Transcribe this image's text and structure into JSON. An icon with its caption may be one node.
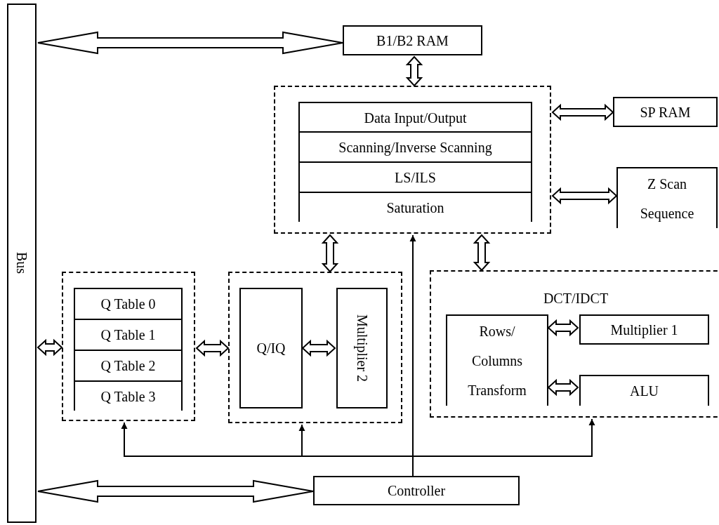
{
  "diagram": {
    "nodes": [
      {
        "text": [
          "Bus"
        ]
      },
      {
        "text": [
          "B1/B2 RAM"
        ]
      },
      {
        "text": [],
        "shape": "box"
      },
      {
        "text": [
          "Data Input/Output"
        ],
        "in": 2
      },
      {
        "text": [
          "Scanning/Inverse Scanning"
        ],
        "in": 2
      },
      {
        "text": [
          "LS/ILS"
        ],
        "in": 2
      },
      {
        "text": [
          "Saturation"
        ],
        "in": 2
      },
      {
        "text": [
          "SP RAM"
        ]
      },
      {
        "text": [
          "Z Scan Sequence"
        ]
      },
      {
        "text": [],
        "shape": "box"
      },
      {
        "text": [
          "Q Table 0"
        ],
        "in": 9
      },
      {
        "text": [
          "Q Table 1"
        ],
        "in": 9
      },
      {
        "text": [
          "Q Table 2"
        ],
        "in": 9
      },
      {
        "text": [
          "Q Table 3"
        ],
        "in": 9
      },
      {
        "text": [],
        "shape": "box"
      },
      {
        "text": [
          "Q/IQ"
        ],
        "in": 14
      },
      {
        "text": [
          "Multiplier 2"
        ],
        "in": 14
      },
      {
        "text": [
          "DCT/IDCT"
        ]
      },
      {
        "text": [
          "Rows/ Columns Transform"
        ],
        "in": 17
      },
      {
        "text": [
          "Multiplier 1"
        ],
        "in": 17
      },
      {
        "text": [
          "ALU"
        ],
        "in": 17
      },
      {
        "text": [
          "Controller"
        ]
      }
    ],
    "edges": [
      {
        "from": 0,
        "to": 1,
        "arrow": "both"
      },
      {
        "from": 1,
        "to": 2,
        "arrow": "both"
      },
      {
        "from": 2,
        "to": 7,
        "arrow": "both"
      },
      {
        "from": 2,
        "to": 8,
        "arrow": "both"
      },
      {
        "from": 2,
        "to": 14,
        "arrow": "both"
      },
      {
        "from": 2,
        "to": 17,
        "arrow": "both"
      },
      {
        "from": 0,
        "to": 9,
        "arrow": "both"
      },
      {
        "from": 9,
        "to": 14,
        "arrow": "both"
      },
      {
        "from": 15,
        "to": 16,
        "arrow": "both"
      },
      {
        "from": 18,
        "to": 19,
        "arrow": "both"
      },
      {
        "from": 18,
        "to": 20,
        "arrow": "both"
      },
      {
        "from": 0,
        "to": 21,
        "arrow": "both"
      },
      {
        "from": 21,
        "to": 2,
        "arrow": "to"
      },
      {
        "from": 21,
        "to": 9,
        "arrow": "to"
      },
      {
        "from": 21,
        "to": 14,
        "arrow": "to"
      },
      {
        "from": 21,
        "to": 17,
        "arrow": "to"
      }
    ]
  }
}
